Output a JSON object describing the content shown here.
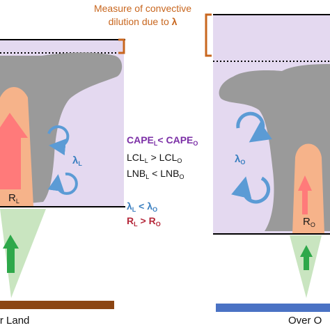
{
  "annotation": {
    "line1": "Measure of convective",
    "line2_prefix": "dilution due to ",
    "line2_symbol": "λ"
  },
  "comparisons": {
    "cape": {
      "a": "CAPE",
      "a_sub": "L",
      "op": "< ",
      "b": "CAPE",
      "b_sub": "O"
    },
    "lcl": {
      "a": "LCL",
      "a_sub": "L",
      "op": " > ",
      "b": "LCL",
      "b_sub": "O"
    },
    "lnb": {
      "a": "LNB",
      "a_sub": "L",
      "op": " < ",
      "b": "LNB",
      "b_sub": "O"
    },
    "lambda": {
      "a": "λ",
      "a_sub": "L",
      "op": " < ",
      "b": "λ",
      "b_sub": "O"
    },
    "r": {
      "a": "R",
      "a_sub": "L",
      "op": " > ",
      "b": "R",
      "b_sub": "O"
    }
  },
  "panels": {
    "land": {
      "entrainment": "λ",
      "entrainment_sub": "L",
      "updraft": "R",
      "updraft_sub": "L",
      "footer": "ver Land"
    },
    "ocean": {
      "entrainment": "λ",
      "entrainment_sub": "O",
      "updraft": "R",
      "updraft_sub": "O",
      "footer": "Over O"
    }
  },
  "colors": {
    "cape_purple": "#7b2fa6",
    "lambda_blue": "#3a7fc0",
    "r_red": "#b5283a",
    "annotation_orange": "#c8661e",
    "land_surface": "#8b4513",
    "ocean_surface": "#4a72c4",
    "background_band": "#e4d9f0",
    "cloud_gray": "#9a9a9a"
  }
}
